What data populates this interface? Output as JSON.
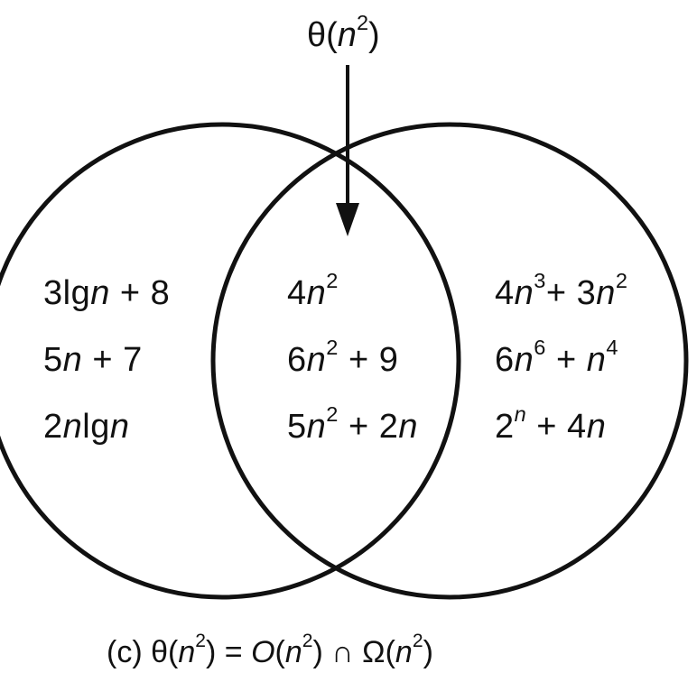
{
  "theta_symbol": "θ",
  "omega_symbol": "Ω",
  "intersection_symbol": "∩",
  "big_o_symbol": "O",
  "n": "n",
  "two": "2",
  "top_label": {
    "symbol": "θ",
    "open": "(",
    "var": "n",
    "exp": "2",
    "close": ")"
  },
  "left_set": [
    {
      "parts": [
        {
          "t": "3lg"
        },
        {
          "i": "n"
        },
        {
          "t": " + 8"
        }
      ]
    },
    {
      "parts": [
        {
          "t": "5"
        },
        {
          "i": "n"
        },
        {
          "t": " + 7"
        }
      ]
    },
    {
      "parts": [
        {
          "t": "2"
        },
        {
          "i": "n"
        },
        {
          "t": "lg"
        },
        {
          "i": "n"
        }
      ]
    }
  ],
  "middle_set": [
    {
      "parts": [
        {
          "t": "4"
        },
        {
          "i": "n"
        },
        {
          "s": "2"
        }
      ]
    },
    {
      "parts": [
        {
          "t": "6"
        },
        {
          "i": "n"
        },
        {
          "s": "2"
        },
        {
          "t": " + 9"
        }
      ]
    },
    {
      "parts": [
        {
          "t": "5"
        },
        {
          "i": "n"
        },
        {
          "s": "2"
        },
        {
          "t": " + 2"
        },
        {
          "i": "n"
        }
      ]
    }
  ],
  "right_set": [
    {
      "parts": [
        {
          "t": "4"
        },
        {
          "i": "n"
        },
        {
          "s": "3"
        },
        {
          "t": "+ 3"
        },
        {
          "i": "n"
        },
        {
          "s": "2"
        }
      ]
    },
    {
      "parts": [
        {
          "t": "6"
        },
        {
          "i": "n"
        },
        {
          "s": "6"
        },
        {
          "t": " + "
        },
        {
          "i": "n"
        },
        {
          "s": "4"
        }
      ]
    },
    {
      "parts": [
        {
          "t": "2"
        },
        {
          "si": "n"
        },
        {
          "t": " + 4"
        },
        {
          "i": "n"
        }
      ]
    }
  ],
  "caption": {
    "prefix": "(c) ",
    "parts": [
      {
        "t": "θ("
      },
      {
        "i": "n"
      },
      {
        "s": "2"
      },
      {
        "t": ") = "
      },
      {
        "i": "O"
      },
      {
        "t": "("
      },
      {
        "i": "n"
      },
      {
        "s": "2"
      },
      {
        "t": ")  ∩  Ω("
      },
      {
        "i": "n"
      },
      {
        "s": "2"
      },
      {
        "t": ")"
      }
    ]
  },
  "colors": {
    "stroke": "#111111",
    "text": "#111111",
    "background": "#ffffff"
  }
}
